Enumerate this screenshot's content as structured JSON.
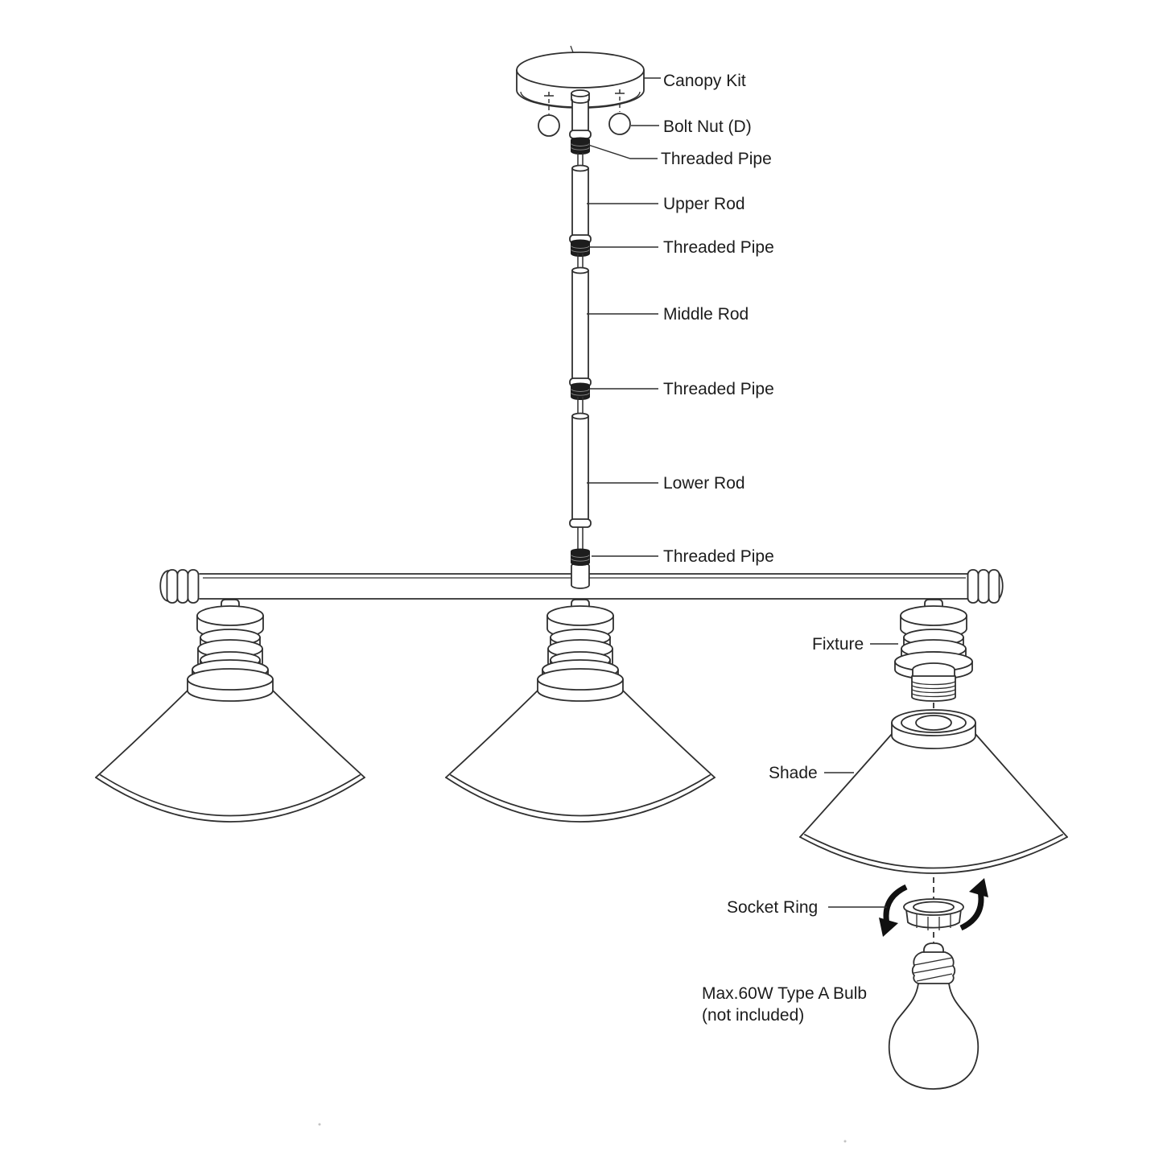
{
  "diagram": {
    "type": "exploded-assembly-instruction",
    "subject": "3-light linear pendant lamp parts diagram",
    "labels": {
      "canopy_kit": "Canopy Kit",
      "bolt_nut": "Bolt Nut (D)",
      "threaded_pipe_1": "Threaded Pipe",
      "upper_rod": "Upper Rod",
      "threaded_pipe_2": "Threaded Pipe",
      "middle_rod": "Middle Rod",
      "threaded_pipe_3": "Threaded Pipe",
      "lower_rod": "Lower Rod",
      "threaded_pipe_4": "Threaded Pipe",
      "fixture": "Fixture",
      "shade": "Shade",
      "socket_ring": "Socket Ring",
      "bulb_note_line1": "Max.60W Type A Bulb",
      "bulb_note_line2": "(not included)"
    },
    "colors": {
      "background": "#ffffff",
      "line": "#2f2f2f",
      "dark_fill": "#1d1d1d",
      "text": "#1c1c1c"
    }
  }
}
